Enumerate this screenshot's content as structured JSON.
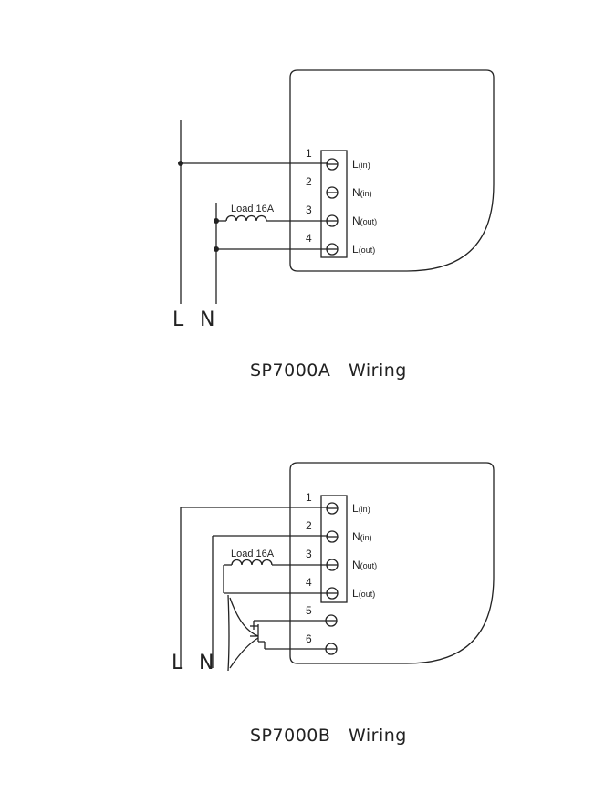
{
  "diagram_a": {
    "caption": "SP7000A   Wiring",
    "supply_labels": {
      "line": "L",
      "neutral": "N"
    },
    "load_label": "Load 16A",
    "terminals": [
      {
        "num": "1",
        "name": "L",
        "sub": "(in)"
      },
      {
        "num": "2",
        "name": "N",
        "sub": "(in)"
      },
      {
        "num": "3",
        "name": "N",
        "sub": "(out)"
      },
      {
        "num": "4",
        "name": "L",
        "sub": "(out)"
      }
    ]
  },
  "diagram_b": {
    "caption": "SP7000B   Wiring",
    "supply_labels": {
      "line": "L",
      "neutral": "N"
    },
    "load_label": "Load 16A",
    "terminals": [
      {
        "num": "1",
        "name": "L",
        "sub": "(in)"
      },
      {
        "num": "2",
        "name": "N",
        "sub": "(in)"
      },
      {
        "num": "3",
        "name": "N",
        "sub": "(out)"
      },
      {
        "num": "4",
        "name": "L",
        "sub": "(out)"
      },
      {
        "num": "5",
        "name": "",
        "sub": ""
      },
      {
        "num": "6",
        "name": "",
        "sub": ""
      }
    ]
  }
}
